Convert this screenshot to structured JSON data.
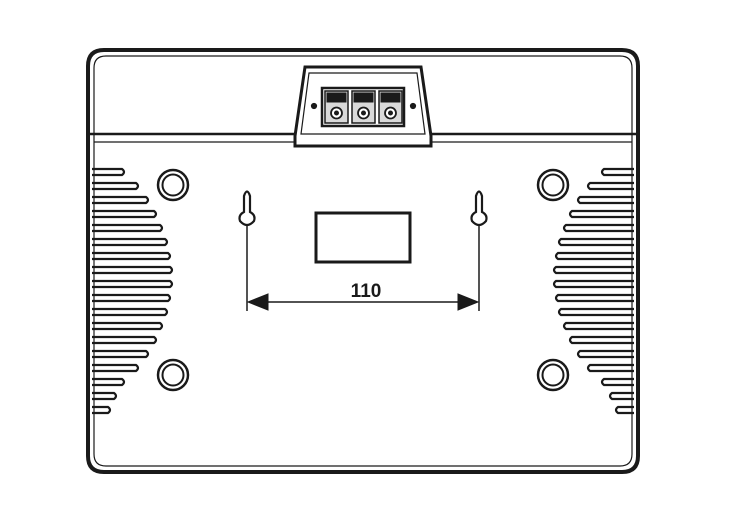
{
  "diagram": {
    "dimension_label": "110",
    "colors": {
      "stroke": "#1a1a1a",
      "fill": "#ffffff",
      "connector_fill": "#d9d9d9"
    },
    "connector": {
      "terminal_count": 3,
      "icon": "terminal-block-icon"
    },
    "mounting_holes": {
      "count": 4,
      "icon": "screw-hole-icon"
    },
    "keyhole_slots": {
      "count": 2,
      "icon": "keyhole-slot-icon"
    },
    "vents": {
      "sides": 2,
      "icon": "vent-slot-icon"
    }
  }
}
